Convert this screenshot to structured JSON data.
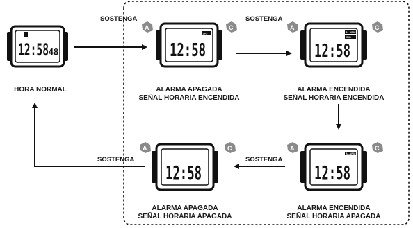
{
  "hold_label": "SOSTENGA",
  "buttons": {
    "a": "A",
    "c": "C"
  },
  "states": [
    {
      "id": "normal",
      "time": "12:58",
      "seconds": "48",
      "lines": [
        "HORA NORMAL"
      ]
    },
    {
      "id": "alarm-off-signal-on",
      "time": "12:58",
      "lines": [
        "ALARMA APAGADA",
        "SEÑAL HORARIA ENCENDIDA"
      ]
    },
    {
      "id": "alarm-on-signal-on",
      "time": "12:58",
      "lines": [
        "ALARMA ENCENDIDA",
        "SEÑAL HORARIA ENCENDIDA"
      ]
    },
    {
      "id": "alarm-on-signal-off",
      "time": "12:58",
      "lines": [
        "ALARMA ENCENDIDA",
        "SEÑAL HORARIA APAGADA"
      ]
    },
    {
      "id": "alarm-off-signal-off",
      "time": "12:58",
      "lines": [
        "ALARMA APAGADA",
        "SEÑAL HORARIA APAGADA"
      ]
    }
  ],
  "indicators": {
    "alarm": "ALARM",
    "signal": "SIG"
  },
  "colors": {
    "button_gray": "#8a8a8a",
    "line": "#111111"
  }
}
